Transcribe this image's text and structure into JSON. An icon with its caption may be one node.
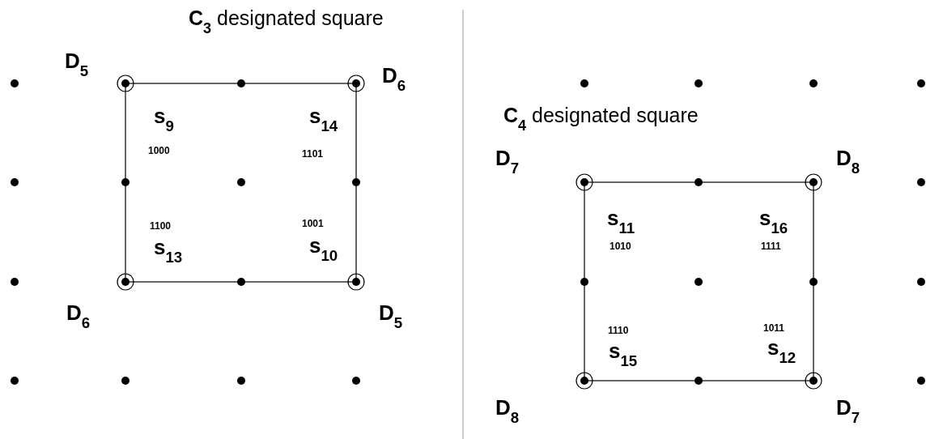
{
  "diagram": {
    "labels": [
      "**C**$_{3}$ designated square",
      "D$_{5}$",
      "D$_{6}$",
      "s$_{9}$",
      "1000",
      "s$_{14}$",
      "1101",
      "1100",
      "s$_{13}$",
      "1001",
      "s$_{10}$",
      "D$_{6}$",
      "D$_{5}$",
      "**C**$_{4}$ designated square",
      "D$_{7}$",
      "D$_{8}$",
      "s$_{11}$",
      "1010",
      "s$_{16}$",
      "1111",
      "1110",
      "s$_{15}$",
      "1011",
      "s$_{12}$",
      "D$_{8}$",
      "D$_{7}$"
    ]
  }
}
